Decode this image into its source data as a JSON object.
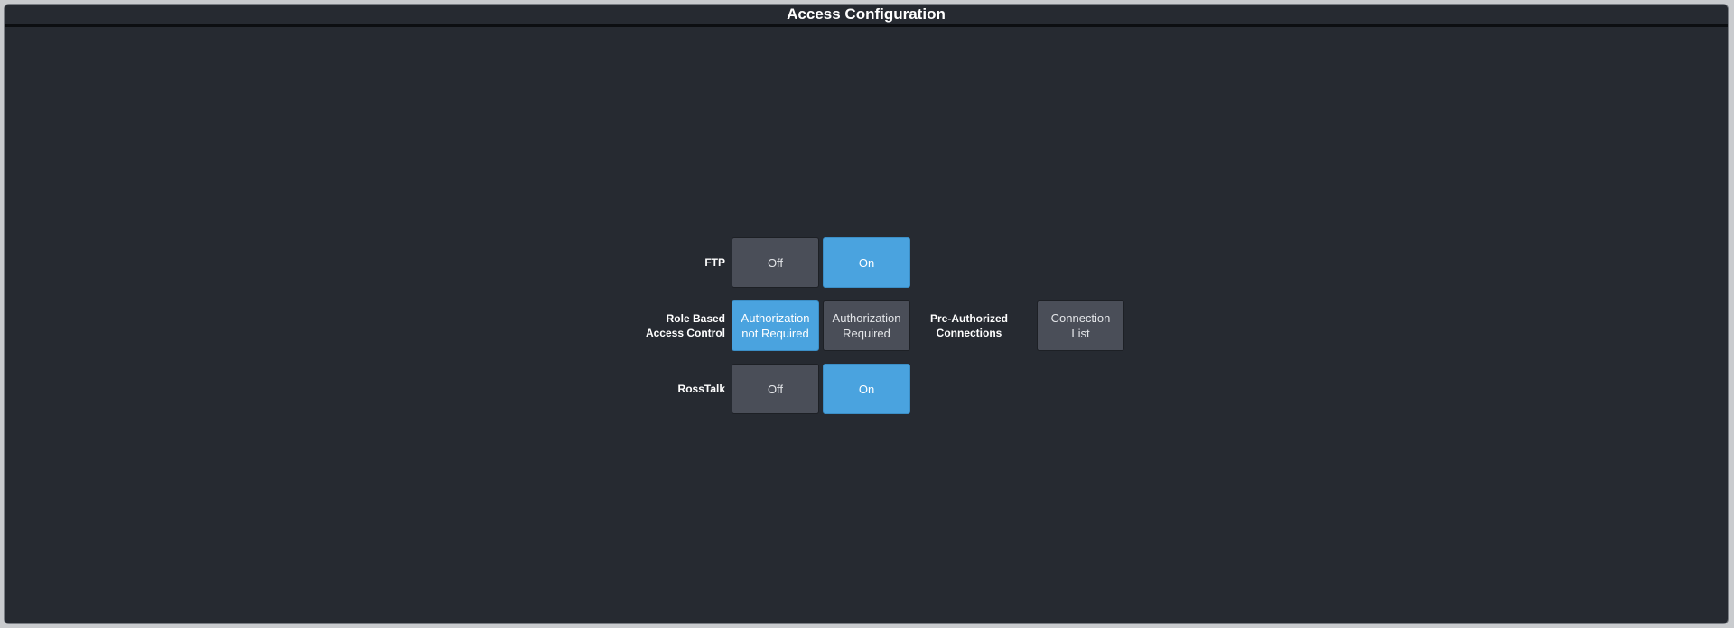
{
  "window": {
    "title": "Access Configuration"
  },
  "ftp": {
    "label": "FTP",
    "off_label": "Off",
    "on_label": "On",
    "selected": "On"
  },
  "rbac": {
    "label_line1": "Role Based",
    "label_line2": "Access Control",
    "not_required_line1": "Authorization",
    "not_required_line2": "not Required",
    "required_line1": "Authorization",
    "required_line2": "Required",
    "selected": "Authorization not Required"
  },
  "preauth": {
    "label_line1": "Pre-Authorized",
    "label_line2": "Connections",
    "button_line1": "Connection",
    "button_line2": "List"
  },
  "rosstalk": {
    "label": "RossTalk",
    "off_label": "Off",
    "on_label": "On",
    "selected": "On"
  },
  "colors": {
    "background": "#262a31",
    "button": "#4a4e58",
    "active": "#4aa3df"
  }
}
